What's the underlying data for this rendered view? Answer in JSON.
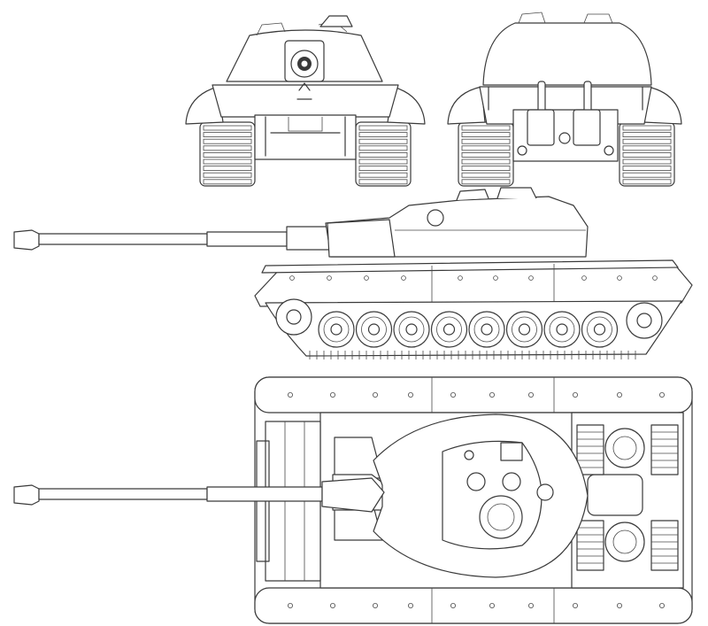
{
  "drawing": {
    "subject": "",
    "views": [
      {
        "id": "front-view"
      },
      {
        "id": "rear-view"
      },
      {
        "id": "side-view"
      },
      {
        "id": "top-view"
      }
    ],
    "colors": {
      "line": "#3a3a3a",
      "background": "#ffffff",
      "shade": "#d9d9d9"
    },
    "road_wheels_per_side": 8
  }
}
